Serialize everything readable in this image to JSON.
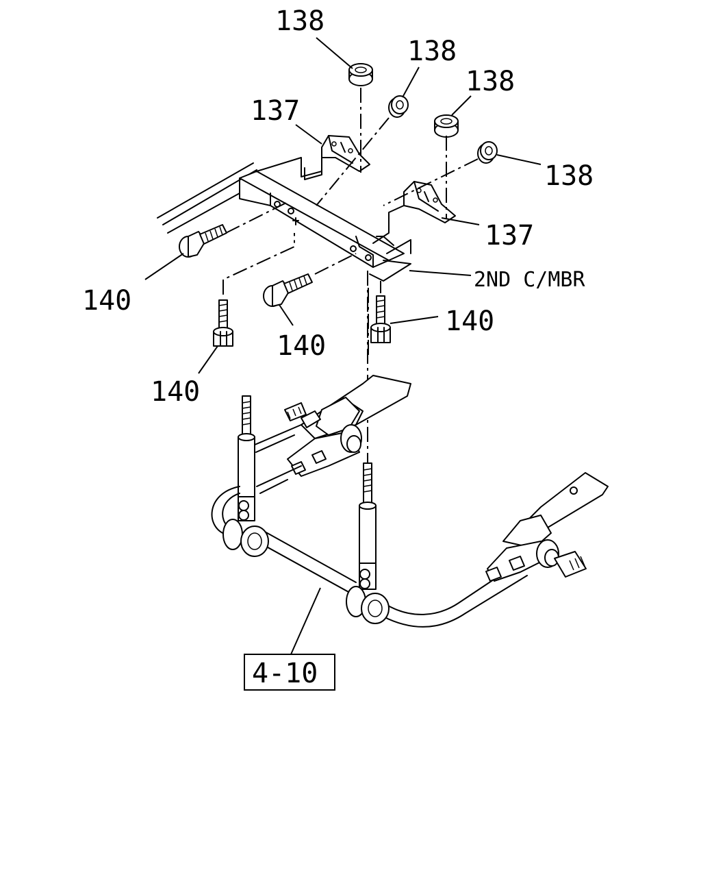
{
  "callouts": {
    "nut_a": "138",
    "nut_b": "138",
    "nut_c": "138",
    "nut_d": "138",
    "bracket_a": "137",
    "bracket_b": "137",
    "bolt_a": "140",
    "bolt_b": "140",
    "bolt_c": "140",
    "bolt_d": "140",
    "crossmember": "2ND C/MBR"
  },
  "reference_box": {
    "label": "4-10"
  }
}
